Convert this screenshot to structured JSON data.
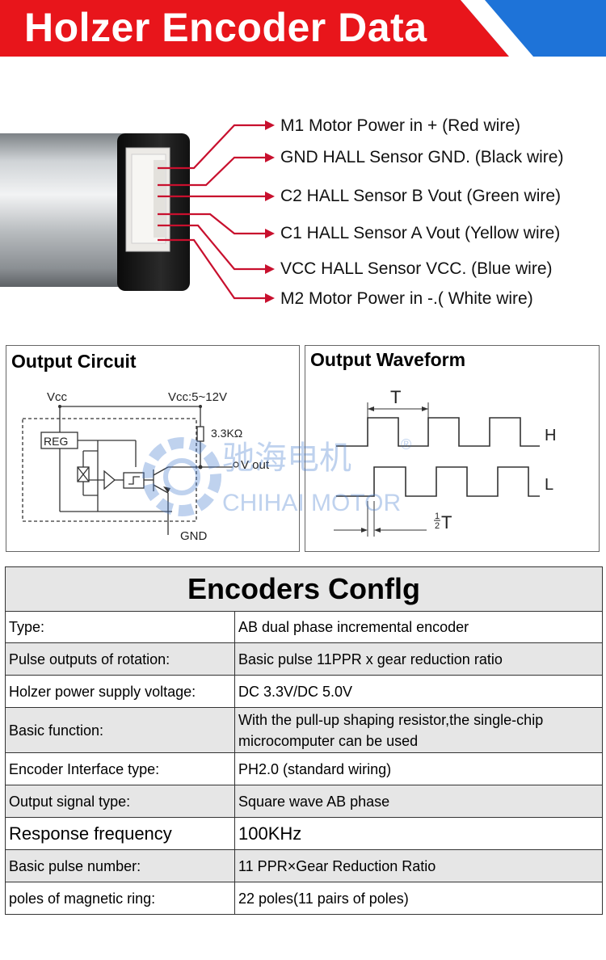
{
  "banner": {
    "title": "Holzer Encoder Data",
    "color_red": "#e8151b",
    "color_blue": "#1e73d8"
  },
  "wires": [
    {
      "label": "M1  Motor  Power in  +  (Red wire)"
    },
    {
      "label": "GND HALL Sensor GND. (Black wire)"
    },
    {
      "label": "C2 HALL Sensor B Vout (Green wire)"
    },
    {
      "label": "C1 HALL Sensor A Vout (Yellow wire)"
    },
    {
      "label": "VCC  HALL Sensor VCC. (Blue wire)"
    },
    {
      "label": "M2  Motor  Power in -.( White wire)"
    }
  ],
  "circuit": {
    "title": "Output Circuit",
    "vcc": "Vcc",
    "vcc_range": "Vcc:5~12V",
    "resistor": "3.3KΩ",
    "vout": "V out",
    "gnd": "GND",
    "reg": "REG"
  },
  "waveform": {
    "title": "Output Waveform",
    "period": "T",
    "half_period_num": "1",
    "half_period_den": "2",
    "half_period_sym": "T",
    "channel_h": "H",
    "channel_l": "L"
  },
  "watermark": {
    "cn": "驰海电机",
    "en": "CHIHAI MOTOR",
    "reg": "®"
  },
  "config": {
    "title": "Encoders Conflg",
    "rows": [
      {
        "key": "Type:",
        "value": "AB dual phase incremental encoder"
      },
      {
        "key": "Pulse outputs of rotation:",
        "value": "Basic pulse 11PPR x gear reduction ratio"
      },
      {
        "key": "Holzer power supply voltage:",
        "value": "DC 3.3V/DC 5.0V"
      },
      {
        "key": "Basic function:",
        "value": "With the pull-up shaping resistor,the single-chip microcomputer can be used"
      },
      {
        "key": "Encoder Interface type:",
        "value": "PH2.0 (standard  wiring)"
      },
      {
        "key": "Output signal type:",
        "value": "Square wave AB phase"
      },
      {
        "key": "Response frequency",
        "value": "100KHz"
      },
      {
        "key": "Basic pulse number:",
        "value": "11 PPR×Gear Reduction Ratio"
      },
      {
        "key": "poles of magnetic ring:",
        "value": "22 poles(11 pairs of poles)"
      }
    ]
  }
}
